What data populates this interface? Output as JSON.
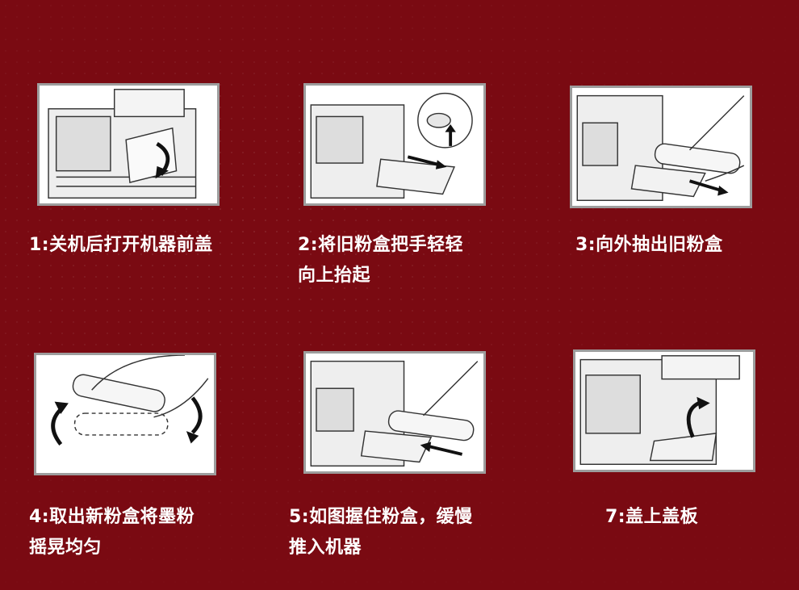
{
  "steps": [
    {
      "caption": "1:关机后打开机器前盖"
    },
    {
      "caption": "2:将旧粉盒把手轻轻\n向上抬起"
    },
    {
      "caption": "3:向外抽出旧粉盒"
    },
    {
      "caption": "4:取出新粉盒将墨粉\n摇晃均匀"
    },
    {
      "caption": "5:如图握住粉盒，缓慢\n推入机器"
    },
    {
      "caption": "7:盖上盖板"
    }
  ],
  "colors": {
    "background": "#7a0a12",
    "panel_border": "#9d9d9d",
    "caption": "#ffffff"
  }
}
